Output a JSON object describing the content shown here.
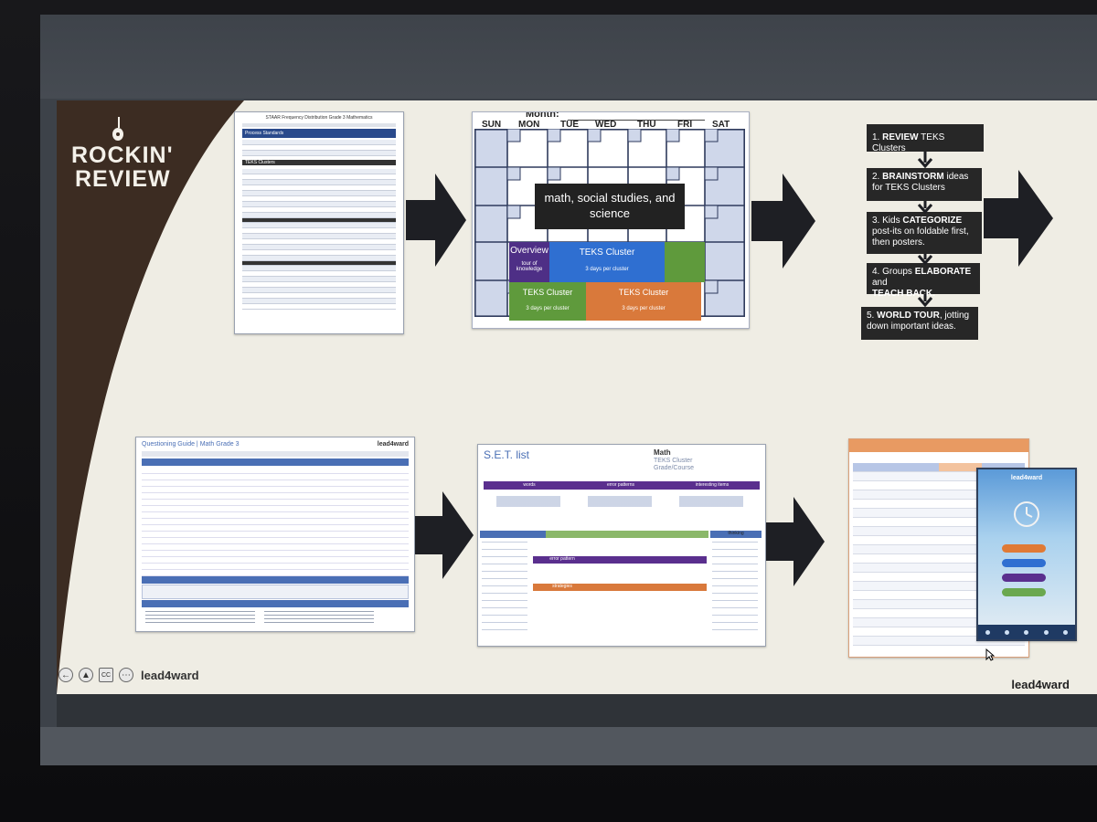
{
  "brand": {
    "line1": "ROCKIN'",
    "line2": "REVIEW"
  },
  "calendar": {
    "month_label": "Month:",
    "days": [
      "SUN",
      "MON",
      "TUE",
      "WED",
      "THU",
      "FRI",
      "SAT"
    ],
    "subjects_box": "math, social studies, and science",
    "overview": {
      "title": "Overview",
      "subtitle": "tour of knowledge"
    },
    "teks_top": {
      "title": "TEKS Cluster",
      "subtitle": "3 days per cluster"
    },
    "teks_bottom_left": {
      "title": "TEKS Cluster",
      "subtitle": "3 days per cluster"
    },
    "teks_bottom_right": {
      "title": "TEKS Cluster",
      "subtitle": "3 days per cluster"
    }
  },
  "steps": [
    {
      "prefix": "1. ",
      "bold": "REVIEW",
      "rest": " TEKS Clusters"
    },
    {
      "prefix": "2. ",
      "bold": "BRAINSTORM",
      "rest": " ideas for TEKS Clusters"
    },
    {
      "prefix": "3. Kids ",
      "bold": "CATEGORIZE",
      "rest": " post-its on foldable first, then posters."
    },
    {
      "prefix": "4. Groups ",
      "bold": "ELABORATE",
      "rest": " and",
      "bold2": "TEACH BACK."
    },
    {
      "prefix": "5.  ",
      "bold": "WORLD TOUR",
      "rest": ", jotting down important ideas."
    }
  ],
  "doc1": {
    "title": "STAAR Frequency Distribution Grade 3 Mathematics",
    "section": "Process Standards",
    "clusters": "TEKS Clusters"
  },
  "doc_quest": {
    "title": "Questioning Guide | Math Grade 3",
    "logo": "lead4ward"
  },
  "doc_set": {
    "title": "S.E.T. list",
    "subject": "Math",
    "line1": "TEKS Cluster",
    "line2": "Grade/Course",
    "col_a": "words",
    "col_b": "error patterns",
    "col_c": "interesting items",
    "thinking": "thinking",
    "col_d": "error pattern",
    "col_e": "strategies"
  },
  "doc_app": {
    "logo": "lead4ward"
  },
  "footer": {
    "nav_logo": "lead4ward",
    "slide_logo": "lead4ward"
  },
  "colors": {
    "brand_brown": "#3c2c22",
    "slide_bg": "#efede4",
    "arrow": "#1e1f24",
    "blue": "#2f6fd1",
    "purple": "#5a2f8e",
    "green": "#5f9a3c",
    "orange": "#d9793b"
  }
}
